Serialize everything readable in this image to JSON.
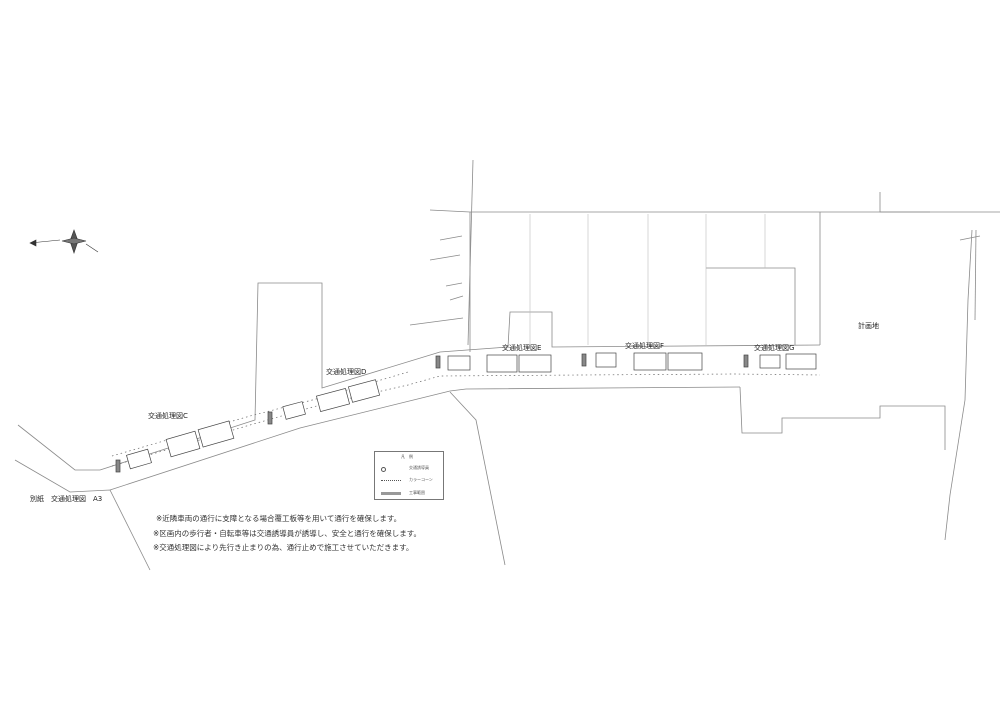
{
  "sheet_label": "別紙　交通処理図　A3",
  "site_label": "計画地",
  "sections": [
    {
      "label": "交通処理図C"
    },
    {
      "label": "交通処理図D"
    },
    {
      "label": "交通処理図E"
    },
    {
      "label": "交通処理図F"
    },
    {
      "label": "交通処理図G"
    }
  ],
  "notes": [
    "※近隣車両の通行に支障となる場合覆工板等を用いて通行を確保します。",
    "※区画内の歩行者・自転車等は交通誘導員が誘導し、安全と通行を確保します。",
    "※交通処理図により先行き止まりの為、通行止めで施工させていただきます。"
  ],
  "legend": {
    "title": "凡　例",
    "items": [
      "交通誘導員",
      "カラーコーン",
      "工事範囲"
    ]
  }
}
